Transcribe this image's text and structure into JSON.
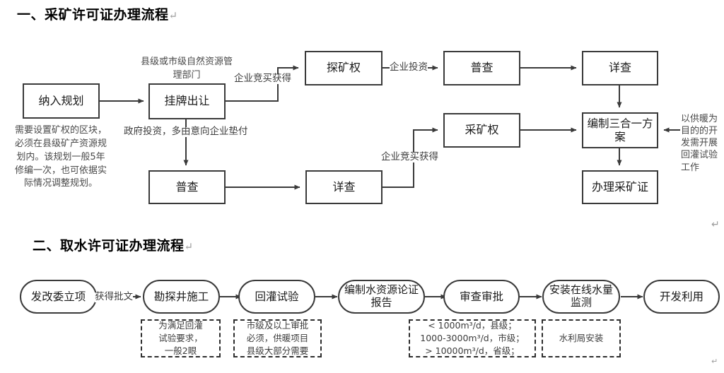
{
  "page": {
    "return_mark": "↵",
    "right_return_mark": "↵"
  },
  "section1": {
    "heading": "一、采矿许可证办理流程",
    "heading_mark": "↵",
    "nodes": [
      {
        "id": "plan",
        "label": "纳入规划"
      },
      {
        "id": "listing",
        "label": "挂牌出让"
      },
      {
        "id": "explore",
        "label": "探矿权"
      },
      {
        "id": "survey_top",
        "label": "普查"
      },
      {
        "id": "detail_top",
        "label": "详查"
      },
      {
        "id": "mining",
        "label": "采矿权"
      },
      {
        "id": "survey_bot",
        "label": "普查"
      },
      {
        "id": "detail_bot",
        "label": "详查"
      },
      {
        "id": "threeinone",
        "label": "编制三合一方案"
      },
      {
        "id": "license",
        "label": "办理采矿证"
      }
    ],
    "captions": [
      {
        "id": "plan-note",
        "text": "需要设置矿权的区块，必须在县级矿产资源规划内。该规划一般5年修编一次，也可依据实际情况调整规划。"
      },
      {
        "id": "listing-note",
        "text": "县级或市级自然资源管理部门"
      },
      {
        "id": "heat-note",
        "text": "以供暖为目的的开发需开展回灌试验工作"
      }
    ],
    "edge_labels": [
      {
        "id": "bid-win-top",
        "text": "企业竞买获得"
      },
      {
        "id": "corp-invest",
        "text": "企业投资"
      },
      {
        "id": "gov-invest",
        "text": "政府投资，多由意向企业垫付"
      },
      {
        "id": "bid-win-bot",
        "text": "企业竞买获得"
      }
    ]
  },
  "section2": {
    "heading": "二、取水许可证办理流程",
    "heading_mark": "↵",
    "nodes": [
      {
        "id": "ndrc",
        "label": "发改委立项"
      },
      {
        "id": "drilling",
        "label": "勘探井施工"
      },
      {
        "id": "recharge",
        "label": "回灌试验"
      },
      {
        "id": "report",
        "label": "编制水资源论证报告"
      },
      {
        "id": "review",
        "label": "审查审批"
      },
      {
        "id": "monitor",
        "label": "安装在线水量监测"
      },
      {
        "id": "develop",
        "label": "开发利用"
      }
    ],
    "edge_labels": [
      {
        "id": "approval-doc",
        "text": "获得批文"
      }
    ],
    "notes": [
      {
        "id": "drilling-note",
        "text": "为满足回灌\n试验要求，\n一般2眼"
      },
      {
        "id": "recharge-note",
        "text": "市级及以上审批\n必须，供暖项目\n县级大部分需要"
      },
      {
        "id": "review-note",
        "text": "< 1000m³/d，县级；\n1000-3000m³/d，市级；\n> 10000m³/d，省级；"
      },
      {
        "id": "monitor-note",
        "text": "水利局安装"
      }
    ]
  },
  "colors": {
    "stroke": "#3a3a3a",
    "text": "#1a1a1a",
    "caption": "#4a4a4a",
    "background": "#ffffff"
  }
}
